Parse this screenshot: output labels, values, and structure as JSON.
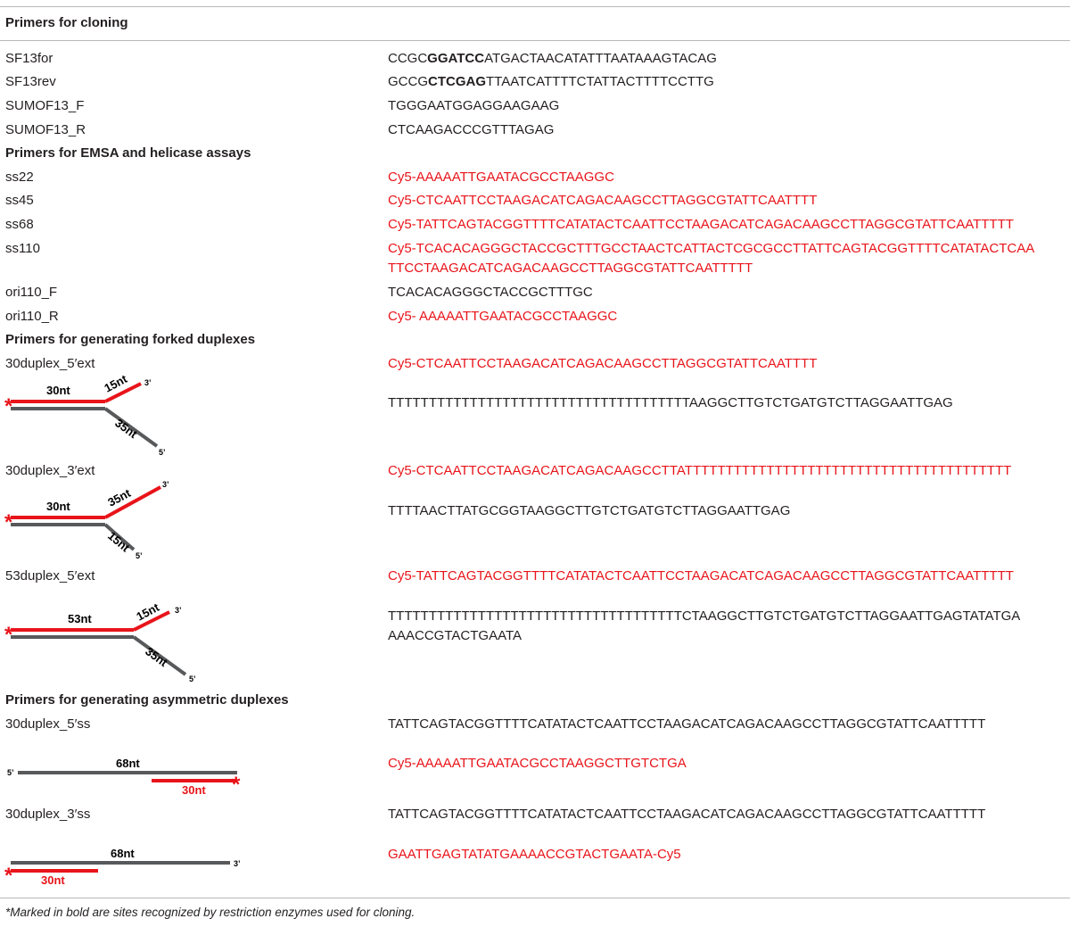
{
  "sections": {
    "cloning": "Primers for cloning",
    "emsa": "Primers for EMSA and helicase assays",
    "forked": "Primers for generating forked duplexes",
    "asym": "Primers for generating asymmetric duplexes"
  },
  "rows": {
    "sf13for": {
      "name": "SF13for",
      "pre": "CCGC",
      "bold": "GGATCC",
      "post": "ATGACTAACATATTTAATAAAGTACAG"
    },
    "sf13rev": {
      "name": "SF13rev",
      "pre": "GCCG",
      "bold": "CTCGAG",
      "post": "TTAATCATTTTCTATTACTTTTCCTTG"
    },
    "sumof13f": {
      "name": "SUMOF13_F",
      "seq": "TGGGAATGGAGGAAGAAG"
    },
    "sumof13r": {
      "name": "SUMOF13_R",
      "seq": "CTCAAGACCCGTTTAGAG"
    },
    "ss22": {
      "name": "ss22",
      "seq": "Cy5-AAAAATTGAATACGCCTAAGGC"
    },
    "ss45": {
      "name": "ss45",
      "seq": "Cy5-CTCAATTCCTAAGACATCAGACAAGCCTTAGGCGTATTCAATTTT"
    },
    "ss68": {
      "name": "ss68",
      "seq": "Cy5-TATTCAGTACGGTTTTCATATACTCAATTCCTAAGACATCAGACAAGCCTTAGGCGTATTCAATTTTT"
    },
    "ss110": {
      "name": "ss110",
      "seq1": "Cy5-TCACACAGGGCTACCGCTTTGCCTAACTCATTACTCGCGCCTTATTCAGTACGGTTTTCATATACTCAA",
      "seq2": "TTCCTAAGACATCAGACAAGCCTTAGGCGTATTCAATTTTT"
    },
    "ori110f": {
      "name": "ori110_F",
      "seq": "TCACACAGGGCTACCGCTTTGC"
    },
    "ori110r": {
      "name": "ori110_R",
      "seq": "Cy5- AAAAATTGAATACGCCTAAGGC"
    },
    "d30_5ext": {
      "name": "30duplex_5′ext",
      "seq_red": "Cy5-CTCAATTCCTAAGACATCAGACAAGCCTTAGGCGTATTCAATTTT",
      "seq_black": "TTTTTTTTTTTTTTTTTTTTTTTTTTTTTTTTTTTTTAAGGCTTGTCTGATGTCTTAGGAATTGAG"
    },
    "d30_3ext": {
      "name": "30duplex_3′ext",
      "seq_red": "Cy5-CTCAATTCCTAAGACATCAGACAAGCCTTATTTTTTTTTTTTTTTTTTTTTTTTTTTTTTTTTTTTTTTT",
      "seq_black": "TTTTAACTTATGCGGTAAGGCTTGTCTGATGTCTTAGGAATTGAG"
    },
    "d53_5ext": {
      "name": "53duplex_5′ext",
      "seq_red": "Cy5-TATTCAGTACGGTTTTCATATACTCAATTCCTAAGACATCAGACAAGCCTTAGGCGTATTCAATTTTT",
      "seq_black1": "TTTTTTTTTTTTTTTTTTTTTTTTTTTTTTTTTTTTCTAAGGCTTGTCTGATGTCTTAGGAATTGAGTATATGA",
      "seq_black2": "AAACCGTACTGAATA"
    },
    "d30_5ss": {
      "name": "30duplex_5′ss",
      "seq_black": "TATTCAGTACGGTTTTCATATACTCAATTCCTAAGACATCAGACAAGCCTTAGGCGTATTCAATTTTT",
      "seq_red": "Cy5-AAAAATTGAATACGCCTAAGGCTTGTCTGA"
    },
    "d30_3ss": {
      "name": "30duplex_3′ss",
      "seq_black": "TATTCAGTACGGTTTTCATATACTCAATTCCTAAGACATCAGACAAGCCTTAGGCGTATTCAATTTTT",
      "seq_red": "GAATTGAGTATATGAAAACCGTACTGAATA-Cy5"
    }
  },
  "diagrams": {
    "fork1": {
      "duplex": "30nt",
      "overhang_top": "15nt",
      "overhang_bottom": "35nt",
      "end3": "3’",
      "end5": "5’",
      "star": "*"
    },
    "fork2": {
      "duplex": "30nt",
      "overhang_top": "35nt",
      "overhang_bottom": "15nt",
      "end3": "3’",
      "end5": "5’",
      "star": "*"
    },
    "fork3": {
      "duplex": "53nt",
      "overhang_top": "15nt",
      "overhang_bottom": "35nt",
      "end3": "3’",
      "end5": "5’",
      "star": "*"
    },
    "asym1": {
      "long": "68nt",
      "short": "30nt",
      "end": "5’",
      "star": "*"
    },
    "asym2": {
      "long": "68nt",
      "short": "30nt",
      "end": "3’",
      "star": "*"
    }
  },
  "colors": {
    "red": "#e8141a",
    "gray": "#58595b",
    "text": "#231f20"
  },
  "footnote": "*Marked in bold are sites recognized by restriction enzymes used for cloning."
}
